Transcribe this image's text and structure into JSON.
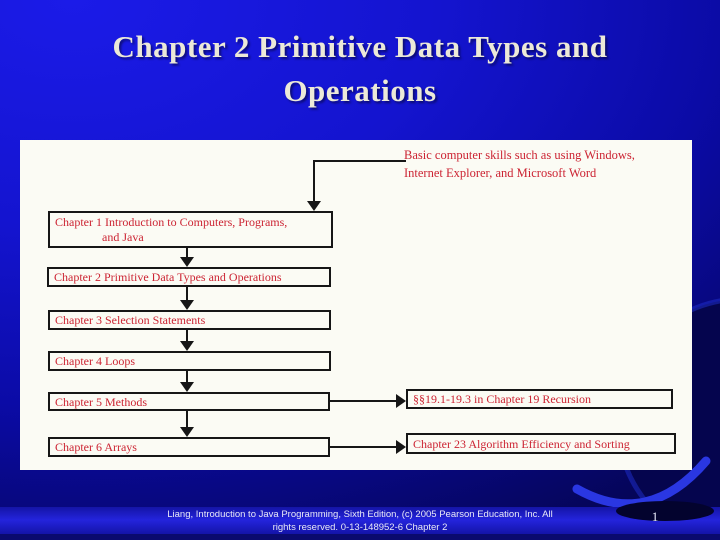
{
  "slide": {
    "title_line1": "Chapter 2 Primitive Data Types and",
    "title_line2": "Operations"
  },
  "note": {
    "line1": "Basic computer skills such as using Windows,",
    "line2": "Internet Explorer, and Microsoft Word"
  },
  "chapters": [
    {
      "line1": "Chapter 1 Introduction to Computers, Programs,",
      "line2": "and Java"
    },
    {
      "label": "Chapter 2 Primitive Data Types and Operations"
    },
    {
      "label": "Chapter 3 Selection Statements"
    },
    {
      "label": "Chapter 4 Loops"
    },
    {
      "label": "Chapter 5 Methods"
    },
    {
      "label": "Chapter 6 Arrays"
    }
  ],
  "references": [
    {
      "label": "§§19.1-19.3 in Chapter 19 Recursion"
    },
    {
      "label": "Chapter 23 Algorithm Efficiency and Sorting"
    }
  ],
  "footer": {
    "line1": "Liang, Introduction to Java Programming, Sixth Edition, (c) 2005 Pearson Education, Inc. All",
    "line2": "rights reserved. 0-13-148952-6 Chapter 2",
    "page_number": "1"
  },
  "colors": {
    "text_red": "#cc2433",
    "title_text": "#ece9d8",
    "slide_blue_bright": "#1414cf",
    "slide_navy_dark": "#04044e",
    "footer_band_blue": "#2424dc",
    "canvas_white": "#fbfbf4",
    "line_black": "#161616"
  }
}
